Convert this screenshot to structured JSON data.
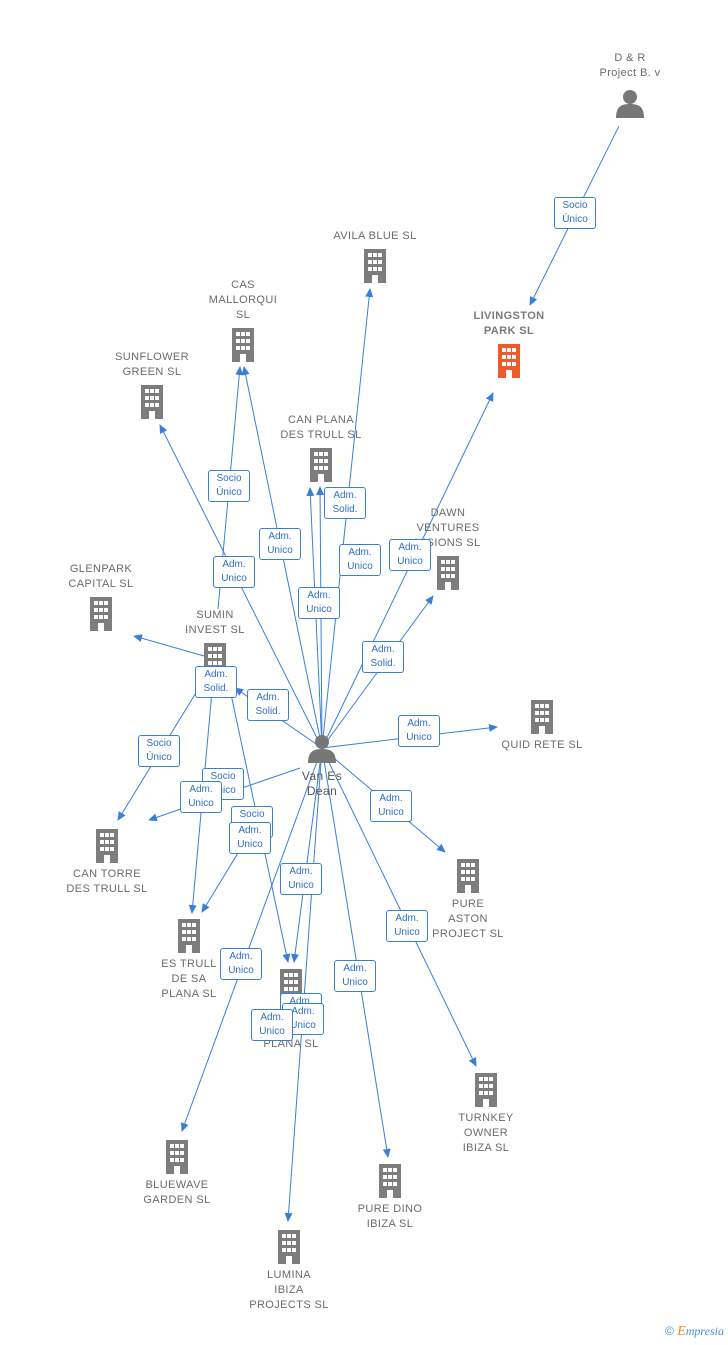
{
  "colors": {
    "edge": "#3a7fd6",
    "company": "#7d7d7d",
    "highlight": "#f05a28",
    "person": "#777777"
  },
  "center": {
    "name": "Van Es\nDean",
    "icon": "person-icon"
  },
  "nodes": [
    {
      "id": "dr",
      "label": "D & R\nProject B. v",
      "icon": "person-icon"
    },
    {
      "id": "livingston",
      "label": "LIVINGSTON\nPARK SL",
      "icon": "building-icon",
      "highlight": true
    },
    {
      "id": "avila",
      "label": "AVILA BLUE SL",
      "icon": "building-icon"
    },
    {
      "id": "cas",
      "label": "CAS\nMALLORQUI\nSL",
      "icon": "building-icon"
    },
    {
      "id": "sunflower",
      "label": "SUNFLOWER\nGREEN SL",
      "icon": "building-icon"
    },
    {
      "id": "canplana",
      "label": "CAN PLANA\nDES TRULL SL",
      "icon": "building-icon"
    },
    {
      "id": "dawn",
      "label": "DAWN\nVENTURES\nVISIONS SL",
      "icon": "building-icon"
    },
    {
      "id": "glenpark",
      "label": "GLENPARK\nCAPITAL SL",
      "icon": "building-icon"
    },
    {
      "id": "sumin",
      "label": "SUMIN\nINVEST SL",
      "icon": "building-icon"
    },
    {
      "id": "quid",
      "label": "QUID RETE SL",
      "icon": "building-icon"
    },
    {
      "id": "cantorre",
      "label": "CAN TORRE\nDES TRULL SL",
      "icon": "building-icon"
    },
    {
      "id": "pureaston",
      "label": "PURE\nASTON\nPROJECT SL",
      "icon": "building-icon"
    },
    {
      "id": "estrull",
      "label": "ES TRULL\nDE SA\nPLANA SL",
      "icon": "building-icon"
    },
    {
      "id": "candesa",
      "label": "CAN\nDE SA\nPLANA SL",
      "icon": "building-icon"
    },
    {
      "id": "turnkey",
      "label": "TURNKEY\nOWNER\nIBIZA SL",
      "icon": "building-icon"
    },
    {
      "id": "bluewave",
      "label": "BLUEWAVE\nGARDEN SL",
      "icon": "building-icon"
    },
    {
      "id": "puredino",
      "label": "PURE DINO\nIBIZA SL",
      "icon": "building-icon"
    },
    {
      "id": "lumina",
      "label": "LUMINA\nIBIZA\nPROJECTS SL",
      "icon": "building-icon"
    }
  ],
  "relations": [
    {
      "text": "Socio\nÚnico"
    },
    {
      "text": "Adm.\nUnico"
    },
    {
      "text": "Adm.\nUnico"
    },
    {
      "text": "Socio\nÚnico"
    },
    {
      "text": "Adm.\nUnico"
    },
    {
      "text": "Adm.\nSolid."
    },
    {
      "text": "Adm.\nUnico"
    },
    {
      "text": "Adm.\nUnico"
    },
    {
      "text": "Adm.\nSolid."
    },
    {
      "text": "Adm.\nSolid."
    },
    {
      "text": "Adm.\nSolid."
    },
    {
      "text": "Adm.\nUnico"
    },
    {
      "text": "Socio\nÚnico"
    },
    {
      "text": "Adm.\nUnico"
    },
    {
      "text": "Socio\nÚnico"
    },
    {
      "text": "Adm.\nUnico"
    },
    {
      "text": "Socio\nÚnico"
    },
    {
      "text": "Adm.\nUnico"
    },
    {
      "text": "Adm.\nUnico"
    },
    {
      "text": "Adm.\nUnico"
    },
    {
      "text": "Adm.\nUnico"
    },
    {
      "text": "Adm.\nUnico"
    },
    {
      "text": "Adm.\nUnico"
    },
    {
      "text": "Adm.\nUnico"
    },
    {
      "text": "Adm.\nUnico"
    }
  ],
  "footer": {
    "copyright": "©",
    "brand_initial": "E",
    "brand_rest": "mpresia"
  }
}
